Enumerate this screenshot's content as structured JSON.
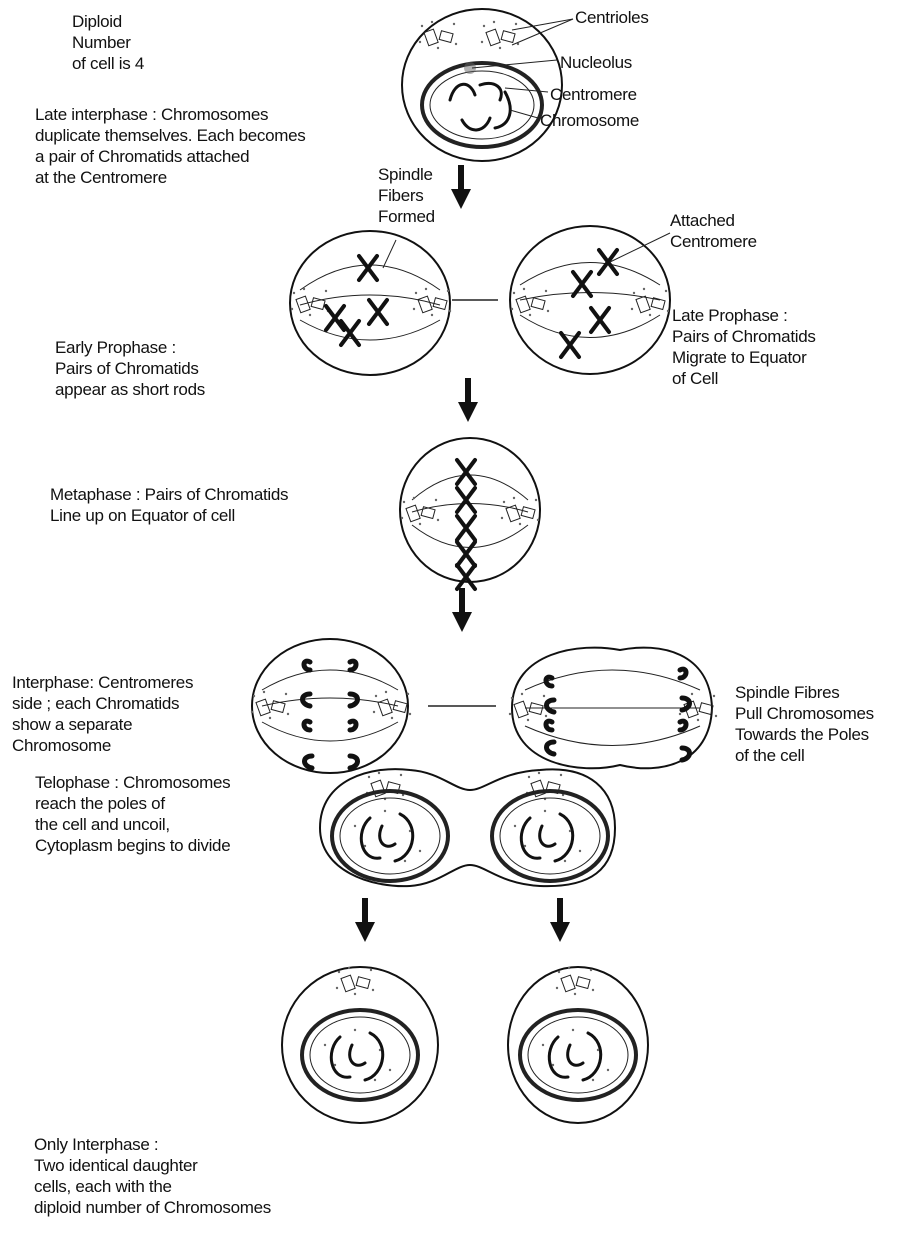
{
  "labels": {
    "diploid": [
      "Diploid",
      "Number",
      "of cell is 4"
    ],
    "late_interphase": [
      "Late interphase : Chromosomes",
      "duplicate themselves. Each becomes",
      "a pair of Chromatids attached",
      "at the Centromere"
    ],
    "centrioles": "Centrioles",
    "nucleolus": "Nucleolus",
    "centromere": "Centromere",
    "chromosome": "Chromosome",
    "spindle_fibers": [
      "Spindle",
      "Fibers",
      "Formed"
    ],
    "attached_centromere": [
      "Attached",
      "Centromere"
    ],
    "early_prophase": [
      "Early Prophase :",
      "Pairs of Chromatids",
      "appear as short rods"
    ],
    "late_prophase": [
      "Late Prophase :",
      "Pairs of Chromatids",
      "Migrate to Equator",
      "of Cell"
    ],
    "metaphase": [
      "Metaphase : Pairs of Chromatids",
      "Line up on Equator of cell"
    ],
    "anaphase_left": [
      "Interphase: Centromeres",
      "side ; each Chromatids",
      "show a separate",
      "Chromosome"
    ],
    "anaphase_right": [
      "Spindle Fibres",
      "Pull Chromosomes",
      "Towards the Poles",
      "of the cell"
    ],
    "telophase": [
      "Telophase : Chromosomes",
      "reach the poles of",
      "the cell and uncoil,",
      "Cytoplasm begins to divide"
    ],
    "daughter": [
      "Only Interphase :",
      "Two identical daughter",
      "cells, each with the",
      "diploid number of Chromosomes"
    ]
  }
}
